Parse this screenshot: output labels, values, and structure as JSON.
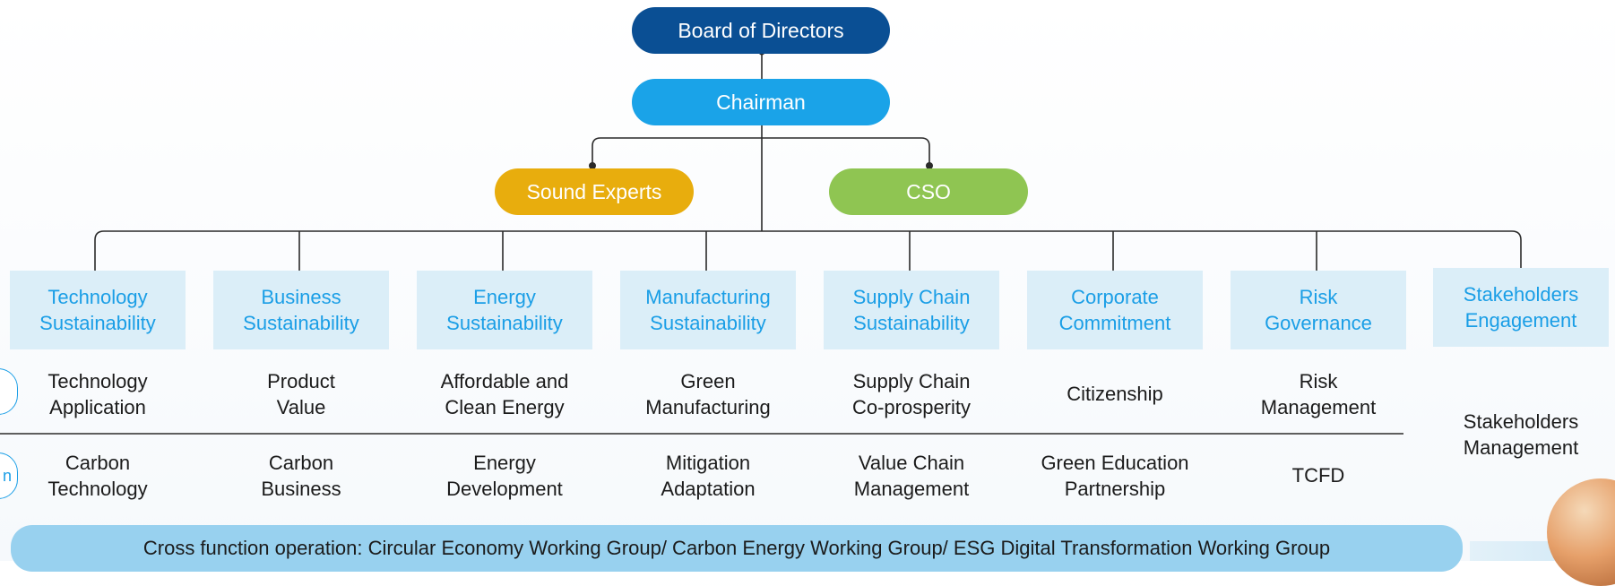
{
  "top": {
    "board": "Board of Directors",
    "chairman": "Chairman",
    "sound_experts": "Sound Experts",
    "cso": "CSO"
  },
  "colors": {
    "board": "#0a4f94",
    "chairman": "#1aa3e8",
    "sound_experts": "#e8ad0d",
    "cso": "#8fc552",
    "box_bg": "#dbeef8",
    "box_text": "#1a9ee6",
    "connector": "#2a2a2a",
    "cross_bg": "#98d1ef"
  },
  "row_tabs": {
    "row1": "",
    "row2": "n"
  },
  "columns": [
    {
      "title": "Technology\nSustainability",
      "row1": "Technology\nApplication",
      "row2": "Carbon\nTechnology"
    },
    {
      "title": "Business\nSustainability",
      "row1": "Product\nValue",
      "row2": "Carbon\nBusiness"
    },
    {
      "title": "Energy\nSustainability",
      "row1": "Affordable and\nClean Energy",
      "row2": "Energy\nDevelopment"
    },
    {
      "title": "Manufacturing\nSustainability",
      "row1": "Green\nManufacturing",
      "row2": "Mitigation\nAdaptation"
    },
    {
      "title": "Supply Chain\nSustainability",
      "row1": "Supply Chain\nCo-prosperity",
      "row2": "Value Chain\nManagement"
    },
    {
      "title": "Corporate\nCommitment",
      "row1": "Citizenship",
      "row2": "Green Education\nPartnership"
    },
    {
      "title": "Risk\nGovernance",
      "row1": "Risk\nManagement",
      "row2": "TCFD"
    },
    {
      "title": "Stakeholders\nEngagement",
      "merged": "Stakeholders\nManagement"
    }
  ],
  "cross_function": "Cross function operation: Circular Economy Working Group/ Carbon Energy Working Group/ ESG Digital Transformation Working Group"
}
